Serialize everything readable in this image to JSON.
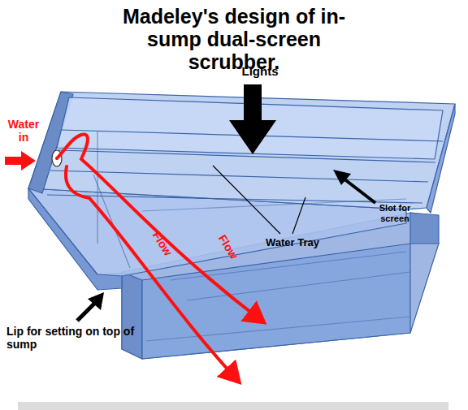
{
  "diagram": {
    "title": "Madeley's design of in-sump dual-screen scrubber.",
    "labels": [
      "Lights",
      "Water in",
      "Flow",
      "Flow",
      "Water Tray",
      "Slot for screen",
      "Lip for setting on top of sump"
    ]
  }
}
